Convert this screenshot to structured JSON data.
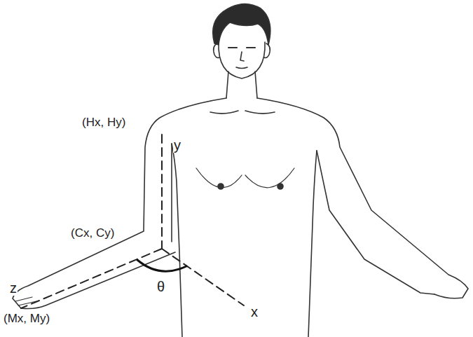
{
  "diagram": {
    "labels": [
      "(Hx, Hy)",
      "y",
      "(Cx, Cy)",
      "z",
      "θ",
      "(Mx, My)",
      "x"
    ]
  }
}
